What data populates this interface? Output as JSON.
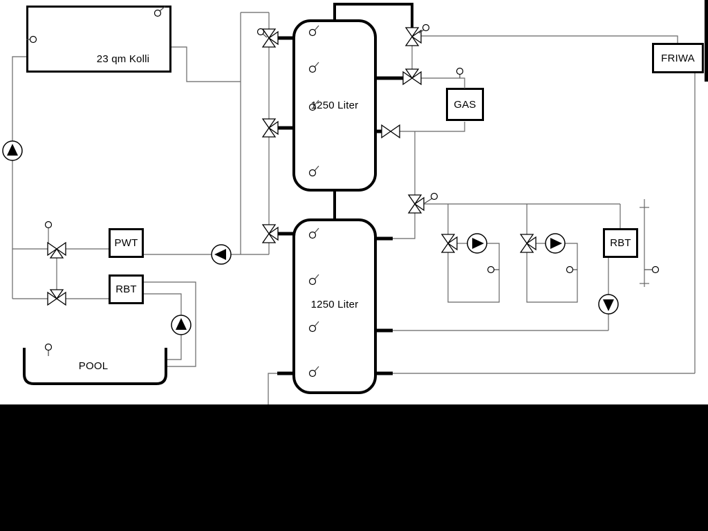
{
  "components": {
    "solar_collector": {
      "label": "23 qm Kolli"
    },
    "buffer_tank_top": {
      "label": "1250 Liter"
    },
    "buffer_tank_bottom": {
      "label": "1250 Liter"
    },
    "gas_boiler": {
      "label": "GAS"
    },
    "friwa_station": {
      "label": "FRIWA"
    },
    "pwt_exchanger": {
      "label": "PWT"
    },
    "rbt_left": {
      "label": "RBT"
    },
    "rbt_right": {
      "label": "RBT"
    },
    "pool": {
      "label": "POOL"
    }
  },
  "colors": {
    "background": "#ffffff",
    "line_thin": "#666666",
    "line_thick": "#000000",
    "mask": "#000000"
  }
}
